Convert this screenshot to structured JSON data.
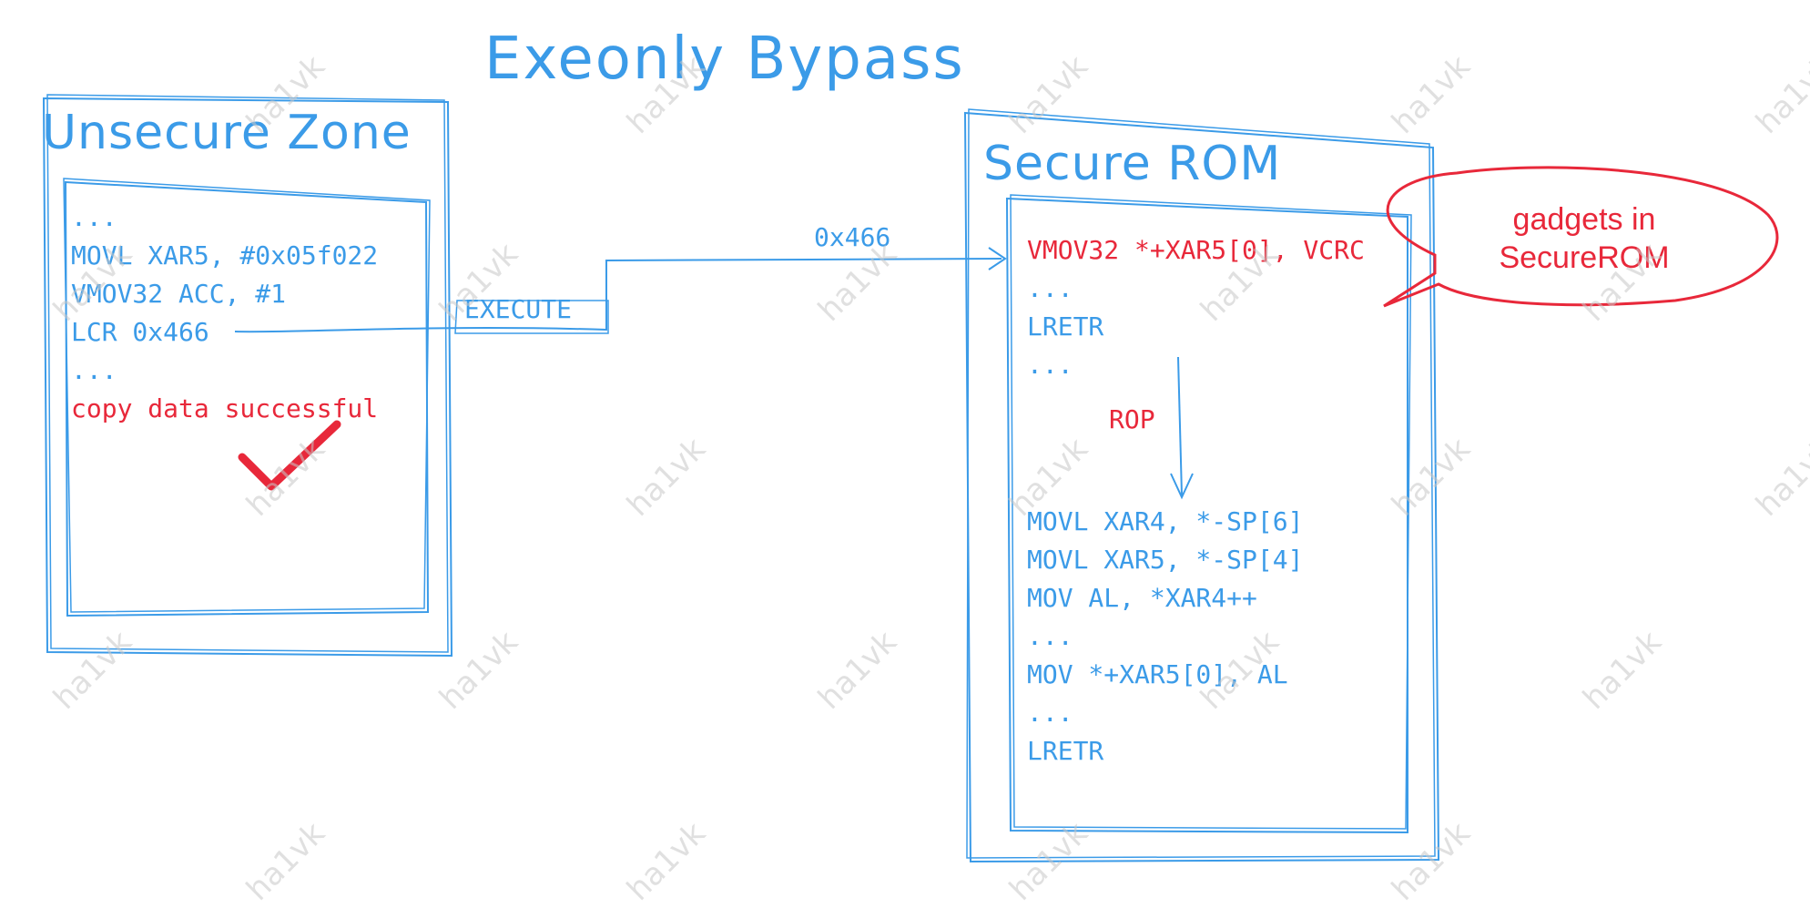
{
  "title": "Exeonly Bypass",
  "unsecure_zone": {
    "title": "Unsecure Zone",
    "lines": [
      "...",
      "MOVL XAR5, #0x05f022",
      "VMOV32 ACC, #1",
      "LCR 0x466",
      "..."
    ],
    "result": "copy data successful"
  },
  "secure_rom": {
    "title": "Secure ROM",
    "first_line": "VMOV32 *+XAR5[0], VCRC",
    "lines": [
      "...",
      "LRETR",
      "..."
    ],
    "gadget_lines": [
      "MOVL XAR4, *-SP[6]",
      "MOVL XAR5, *-SP[4]",
      "MOV AL, *XAR4++",
      "...",
      "MOV *+XAR5[0], AL",
      "...",
      "LRETR"
    ]
  },
  "labels": {
    "execute": "EXECUTE",
    "address": "0x466",
    "rop": "ROP"
  },
  "callout": {
    "line1": "gadgets in",
    "line2": "SecureROM"
  },
  "watermark": "ha1vk",
  "colors": {
    "ink_blue": "#3b9be8",
    "ink_red": "#e8283a"
  }
}
